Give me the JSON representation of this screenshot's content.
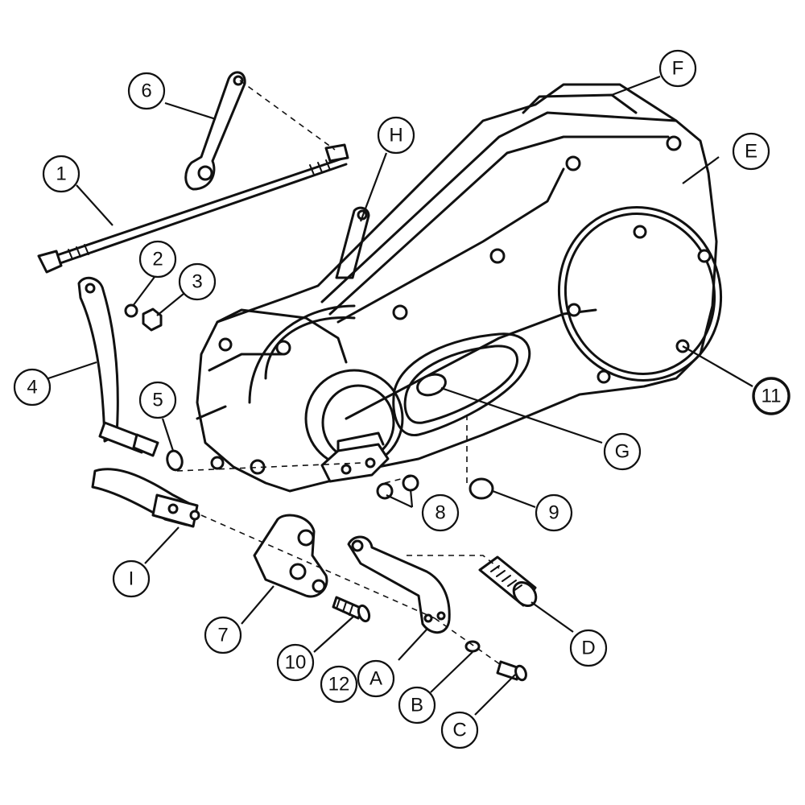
{
  "callouts": {
    "c1": "1",
    "c2": "2",
    "c3": "3",
    "c4": "4",
    "c5": "5",
    "c6": "6",
    "c7": "7",
    "c8": "8",
    "c9": "9",
    "c10": "10",
    "c11": "11",
    "c12": "12",
    "cA": "A",
    "cB": "B",
    "cC": "C",
    "cD": "D",
    "cE": "E",
    "cF": "F",
    "cG": "G",
    "cH": "H",
    "cI": "I"
  },
  "colors": {
    "ink": "#111111",
    "background": "#ffffff"
  }
}
